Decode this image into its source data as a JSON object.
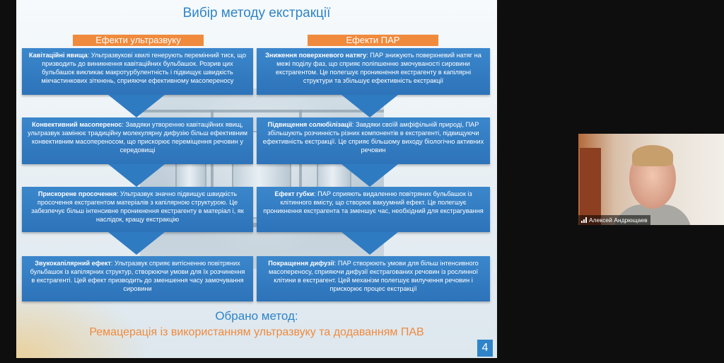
{
  "slide": {
    "title": "Вибір методу екстракції",
    "left_header": "Ефекти ультразвуку",
    "right_header": "Ефекти ПАР",
    "left_boxes": [
      {
        "head": "Кавітаційні явища",
        "body": ": Ультразвукові хвилі генерують перемінний тиск, що призводить до виникнення кавітаційних бульбашок. Розрив цих бульбашок викликає макротурбулентність і підвищує швидкість мікчастинкових зіткнень, сприяючи ефективному масопереносу"
      },
      {
        "head": "Конвективний масоперенос",
        "body": ": Завдяки утворенню кавітаційних явищ, ультразвук замінює традиційну молекулярну дифузію більш ефективним конвективним масопереносом, що прискорює переміщення речовин у середовищі"
      },
      {
        "head": "Прискорене просочення",
        "body": ": Ультразвук значно підвищує швидкість просочення екстрагентом матеріалів з капілярною структурою. Це забезпечує більш інтенсивне проникнення екстрагенту в матеріал і, як наслідок, кращу екстракцію"
      },
      {
        "head": "Звукокапілярний ефект",
        "body": ": Ультразвук сприяє витісненню повітряних бульбашок із капілярних структур, створюючи умови для їх розчинення в екстрагенті. Цей ефект призводить до зменшення часу замочування сировини"
      }
    ],
    "right_boxes": [
      {
        "head": "Зниження поверхневого натягу",
        "body": ": ПАР знижують поверхневий натяг на межі поділу фаз, що сприяє поліпшенню змочуваності сировини екстрагентом. Це полегшує проникнення екстрагенту в капілярні структури та збільшує ефективність екстракції"
      },
      {
        "head": "Підвищення солюбілізації",
        "body": ": Завдяки своїй амфіфільній природі, ПАР збільшують розчинність різних компонентів в екстрагенті, підвищуючи ефективність екстракції. Це сприяє більшому виходу біологічно активних речовин"
      },
      {
        "head": "Ефект губки",
        "body": ": ПАР сприяють видаленню повітряних бульбашок із клітинного вмісту, що створює вакуумний ефект. Це полегшує проникнення екстрагента та зменшує час, необхідний для екстрагування"
      },
      {
        "head": "Покращення дифузії",
        "body": ": ПАР створюють умови для більш інтенсивного масопереносу, сприяючи дифузії екстрагованих речовин із рослинної клітини в екстрагент. Цей механізм полегшує вилучення речовин і прискорює процес екстракції"
      }
    ],
    "chosen_label": "Обрано метод:",
    "chosen_method": "Ремацерація із використанням ультразвуку та додаванням ПАВ",
    "page_number": "4"
  },
  "video": {
    "participant_name": "Алексей Андрющаев"
  }
}
